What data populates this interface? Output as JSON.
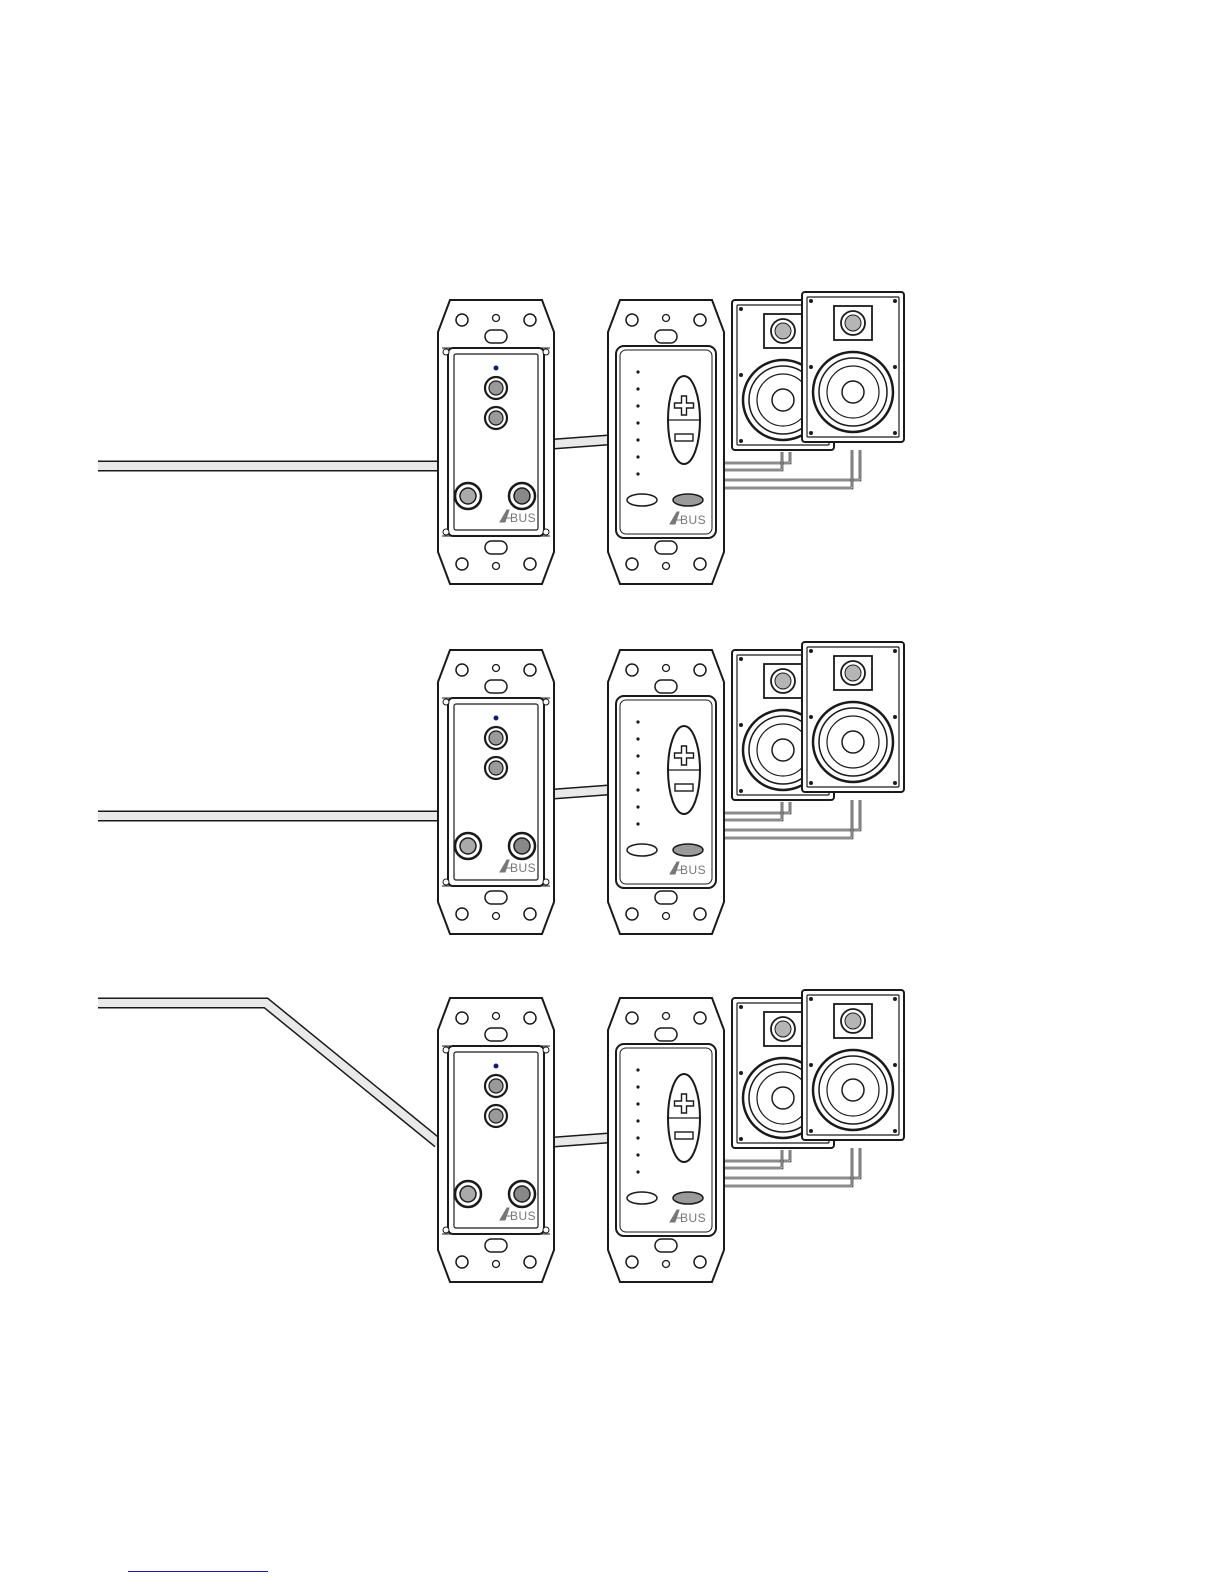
{
  "diagram": {
    "rows": [
      {
        "id": "row-1",
        "input_plate_logo": "BUS",
        "volume_plate_logo": "BUS"
      },
      {
        "id": "row-2",
        "input_plate_logo": "BUS",
        "volume_plate_logo": "BUS"
      },
      {
        "id": "row-3",
        "input_plate_logo": "BUS",
        "volume_plate_logo": "BUS"
      }
    ],
    "colors": {
      "outline": "#1a1a1a",
      "plate_fill": "#ffffff",
      "jack_fill": "#9a9a9a",
      "cable_fill": "#e9e9e9",
      "logo": "#777777",
      "footer_rule": "#1a1aa8"
    },
    "icons": [
      "plus-icon",
      "minus-icon",
      "abus-logo-icon"
    ]
  }
}
